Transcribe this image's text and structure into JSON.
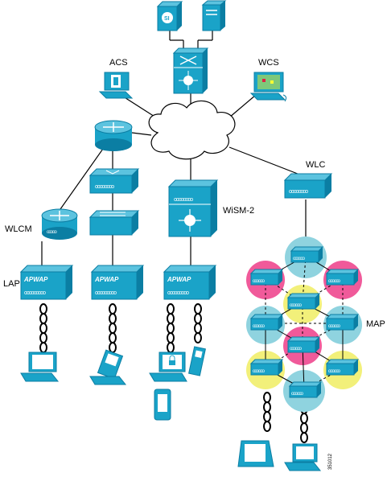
{
  "labels": {
    "acs": "ACS",
    "wcs": "WCS",
    "wlc": "WLC",
    "wism": "WiSM-2",
    "wlcm": "WLCM",
    "lap": "LAP",
    "map": "MAP",
    "ap_face": "APWAP",
    "fig_id": "351012"
  },
  "colors": {
    "device": "#1aa3c8",
    "device_dark": "#0b7ea3",
    "cell_blue": "#8fd3df",
    "cell_pink": "#f05a9a",
    "cell_yellow": "#f2f07a"
  }
}
